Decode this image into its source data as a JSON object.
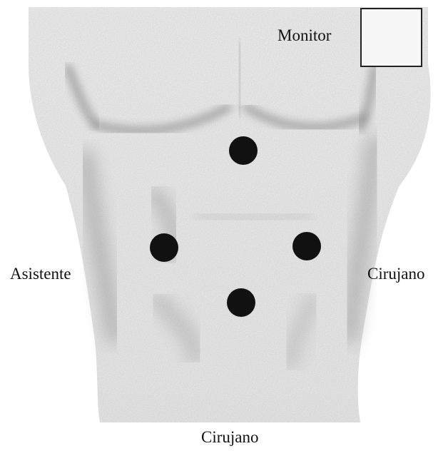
{
  "labels": {
    "monitor": "Monitor",
    "left_side": "Asistente",
    "right_side": "Cirujano",
    "bottom_side": "Cirujano"
  },
  "ports": [
    {
      "id": "upper"
    },
    {
      "id": "left"
    },
    {
      "id": "right"
    },
    {
      "id": "lower"
    }
  ],
  "colors": {
    "port": "#111111",
    "torso_shadow": "#7a7a7a",
    "text": "#111111"
  }
}
